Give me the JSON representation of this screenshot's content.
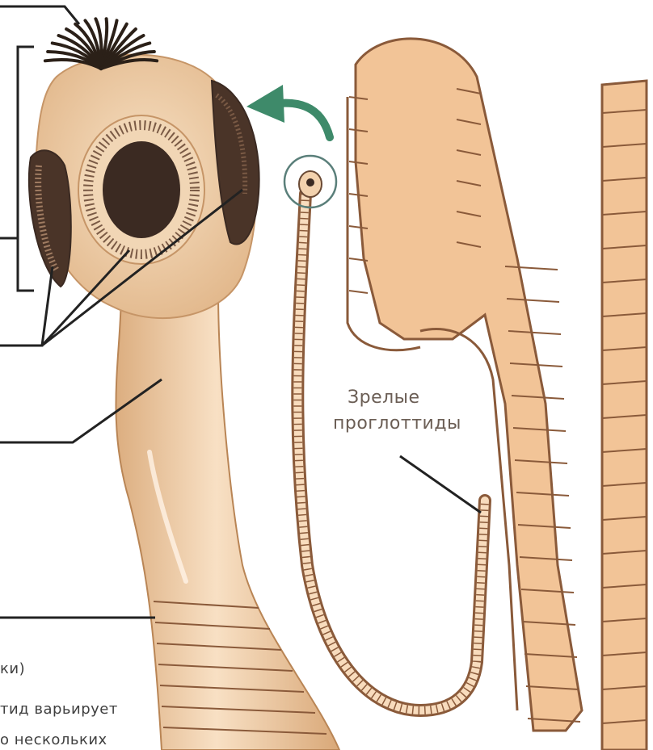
{
  "labels": {
    "mature_proglottids_line1": "Зрелые",
    "mature_proglottids_line2": "проглоттиды",
    "cut_left_1": "ки)",
    "cut_left_2": "тид варьирует",
    "cut_left_3": "о нескольких"
  },
  "colors": {
    "flesh": "#f3d2ae",
    "flesh_shadow": "#dcae80",
    "segment_fill": "#f2c497",
    "segment_line": "#8a5a3a",
    "sucker": "#3b2a22",
    "sucker_ring": "#7a5a45",
    "arrow": "#3e8a6a",
    "leader": "#222222"
  },
  "icons": {
    "hooks": "hook-crown-icon",
    "arrow": "curved-arrow-icon"
  }
}
